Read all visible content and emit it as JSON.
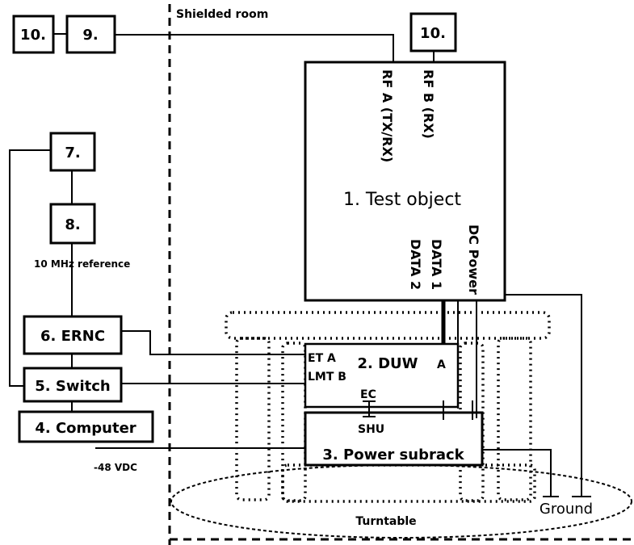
{
  "labels": {
    "shielded_room": "Shielded room",
    "ten_mhz": "10 MHz reference",
    "minus48": "-48 VDC",
    "turntable": "Turntable",
    "ground": "Ground"
  },
  "boxes": {
    "b10_left": "10.",
    "b9": "9.",
    "b10_top": "10.",
    "b7": "7.",
    "b8": "8.",
    "b6": "6. ERNC",
    "b5": "5. Switch",
    "b4": "4. Computer",
    "b1": "1. Test object",
    "b2": "2. DUW",
    "b3": "3. Power subrack"
  },
  "ports": {
    "rf_a": "RF A (TX/RX)",
    "rf_b": "RF B (RX)",
    "data1": "DATA 1",
    "data2": "DATA 2",
    "dc_power": "DC Power",
    "et_a": "ET A",
    "lmt_b": "LMT B",
    "duw_a": "A",
    "ec": "EC",
    "shu": "SHU"
  },
  "colors": {
    "line": "#000000",
    "background": "#ffffff"
  }
}
